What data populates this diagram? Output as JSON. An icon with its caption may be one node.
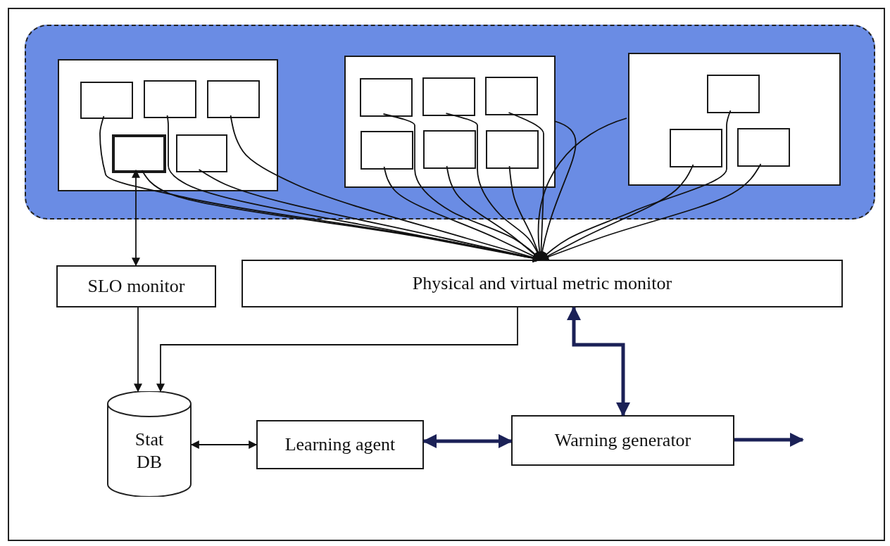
{
  "diagram": {
    "nodes": [
      {
        "text": [],
        "shape": "box"
      },
      {
        "text": [],
        "shape": "box",
        "in": 0
      },
      {
        "text": [],
        "shape": "box",
        "in": 0
      },
      {
        "text": [],
        "shape": "box",
        "in": 0
      },
      {
        "text": [],
        "shape": "box",
        "in": 1
      },
      {
        "text": [],
        "shape": "box",
        "in": 1
      },
      {
        "text": [],
        "shape": "box",
        "in": 1
      },
      {
        "text": [],
        "shape": "box",
        "in": 1
      },
      {
        "text": [],
        "shape": "box",
        "in": 1
      },
      {
        "text": [],
        "shape": "box",
        "in": 2
      },
      {
        "text": [],
        "shape": "box",
        "in": 2
      },
      {
        "text": [],
        "shape": "box",
        "in": 2
      },
      {
        "text": [],
        "shape": "box",
        "in": 2
      },
      {
        "text": [],
        "shape": "box",
        "in": 2
      },
      {
        "text": [],
        "shape": "box",
        "in": 2
      },
      {
        "text": [],
        "shape": "box",
        "in": 3
      },
      {
        "text": [],
        "shape": "box",
        "in": 3
      },
      {
        "text": [],
        "shape": "box",
        "in": 3
      },
      {
        "text": [
          "SLO monitor"
        ]
      },
      {
        "text": [
          "Physical and virtual metric monitor"
        ]
      },
      {
        "text": [
          "Stat DB"
        ]
      },
      {
        "text": [
          "Learning agent"
        ]
      },
      {
        "text": [
          "Warning generator"
        ]
      }
    ],
    "edges": [
      {
        "from": 4,
        "to": 19,
        "arrow": "to"
      },
      {
        "from": 5,
        "to": 19,
        "arrow": "to"
      },
      {
        "from": 6,
        "to": 19,
        "arrow": "to"
      },
      {
        "from": 7,
        "to": 19,
        "arrow": "to"
      },
      {
        "from": 8,
        "to": 19,
        "arrow": "to"
      },
      {
        "from": 9,
        "to": 19,
        "arrow": "to"
      },
      {
        "from": 10,
        "to": 19,
        "arrow": "to"
      },
      {
        "from": 11,
        "to": 19,
        "arrow": "to"
      },
      {
        "from": 12,
        "to": 19,
        "arrow": "to"
      },
      {
        "from": 13,
        "to": 19,
        "arrow": "to"
      },
      {
        "from": 14,
        "to": 19,
        "arrow": "to"
      },
      {
        "from": 2,
        "to": 19,
        "arrow": "to"
      },
      {
        "from": 3,
        "to": 19,
        "arrow": "to"
      },
      {
        "from": 15,
        "to": 19,
        "arrow": "to"
      },
      {
        "from": 16,
        "to": 19,
        "arrow": "to"
      },
      {
        "from": 17,
        "to": 19,
        "arrow": "to"
      },
      {
        "from": 7,
        "to": 18,
        "arrow": "both"
      },
      {
        "from": 18,
        "to": 20,
        "arrow": "to"
      },
      {
        "from": 19,
        "to": 20,
        "arrow": "to"
      },
      {
        "from": 19,
        "to": 22,
        "arrow": "both",
        "style": "thick",
        "color": "#1b2157"
      },
      {
        "from": 20,
        "to": 21,
        "arrow": "both"
      },
      {
        "from": 21,
        "to": 22,
        "arrow": "both",
        "style": "thick",
        "color": "#1b2157"
      },
      {
        "from": 22,
        "to": null,
        "arrow": "to",
        "style": "thick",
        "color": "#1b2157"
      }
    ]
  }
}
